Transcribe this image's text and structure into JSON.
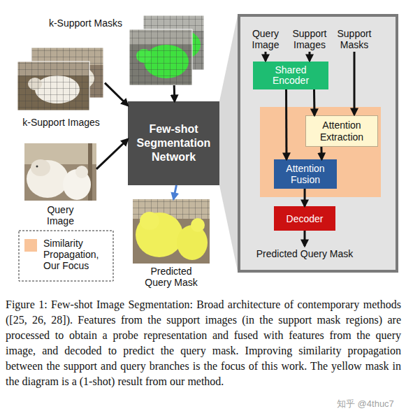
{
  "diagram": {
    "caption": "Figure 1: Few-shot Image Segmentation: Broad architecture of contemporary methods ([25, 26, 28]). Features from the support images (in the support mask regions) are processed to obtain a probe representation and fused with features from the query image, and decoded to predict the query mask. Improving similarity propagation between the support and query branches is the focus of this work. The yellow mask in the diagram is a (1-shot) result from our method.",
    "nodes": [
      {
        "text": [
          "k-Support Masks"
        ]
      },
      {
        "text": [
          "k-Support Images"
        ]
      },
      {
        "text": [
          "Query Image"
        ]
      },
      {
        "text": [
          "Few-shot Segmentation Network"
        ]
      },
      {
        "text": [
          "Predicted Query Mask"
        ]
      },
      {
        "text": []
      },
      {
        "text": [
          "Shared Encoder"
        ],
        "in": 5
      },
      {
        "text": [],
        "in": 5
      },
      {
        "text": [
          "Attention Extraction"
        ],
        "in": 7
      },
      {
        "text": [
          "Attention Fusion"
        ],
        "in": 7
      },
      {
        "text": [
          "Decoder"
        ],
        "in": 5
      }
    ],
    "edges": [
      {
        "from": 0,
        "to": 3,
        "arrow": "to"
      },
      {
        "from": 1,
        "to": 3,
        "arrow": "to"
      },
      {
        "from": 2,
        "to": 3,
        "arrow": "to"
      },
      {
        "from": 3,
        "to": 4,
        "arrow": "to"
      },
      {
        "from": 6,
        "to": 9,
        "arrow": "to"
      },
      {
        "from": 6,
        "to": 8,
        "arrow": "to"
      },
      {
        "from": 8,
        "to": 9,
        "arrow": "to"
      },
      {
        "from": 9,
        "to": 10,
        "arrow": "to"
      }
    ],
    "labels": [
      "Query Image",
      "Support Images",
      "Support Masks",
      "Predicted Query Mask",
      "知乎 @4thuc7"
    ],
    "legend": [
      {
        "text": "Similarity Propagation, Our Focus",
        "color": "#f9c49a"
      }
    ]
  }
}
